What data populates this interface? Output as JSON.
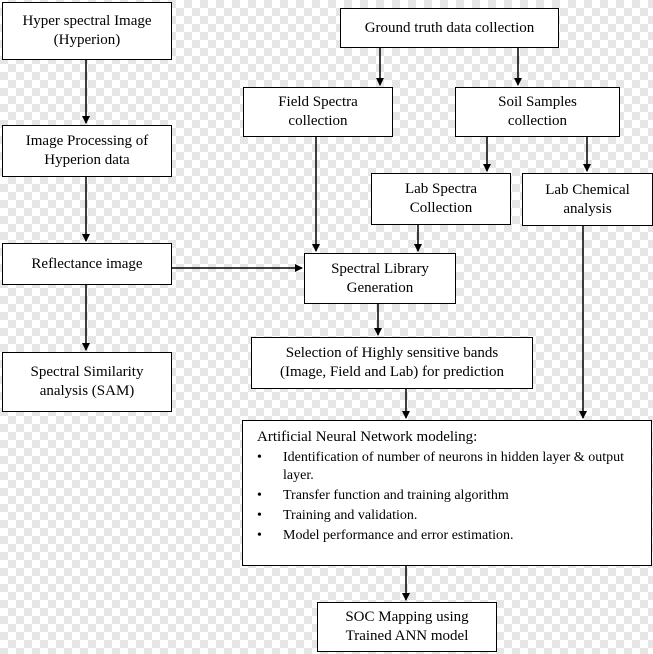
{
  "nodes": {
    "hyperspectral": {
      "line1": "Hyper spectral Image",
      "line2": "(Hyperion)"
    },
    "ground_truth": {
      "line1": "Ground truth data collection"
    },
    "field_spectra": {
      "line1": "Field Spectra",
      "line2": "collection"
    },
    "soil_samples": {
      "line1": "Soil Samples",
      "line2": "collection"
    },
    "image_processing": {
      "line1": "Image Processing of",
      "line2": "Hyperion data"
    },
    "lab_spectra": {
      "line1": "Lab Spectra",
      "line2": "Collection"
    },
    "lab_chemical": {
      "line1": "Lab Chemical",
      "line2": "analysis"
    },
    "reflectance": {
      "line1": "Reflectance image"
    },
    "spectral_library": {
      "line1": "Spectral Library",
      "line2": "Generation"
    },
    "spectral_similarity": {
      "line1": "Spectral Similarity",
      "line2": "analysis (SAM)"
    },
    "band_selection": {
      "line1": "Selection of Highly sensitive bands",
      "line2": "(Image, Field and Lab) for prediction"
    },
    "ann_modeling": {
      "heading": "Artificial Neural Network modeling:",
      "bullets": [
        "Identification of number of neurons in hidden layer & output layer.",
        "Transfer function and training algorithm",
        "Training and validation.",
        "Model performance and error estimation."
      ]
    },
    "soc_mapping": {
      "line1": "SOC Mapping using",
      "line2": "Trained ANN model"
    }
  }
}
